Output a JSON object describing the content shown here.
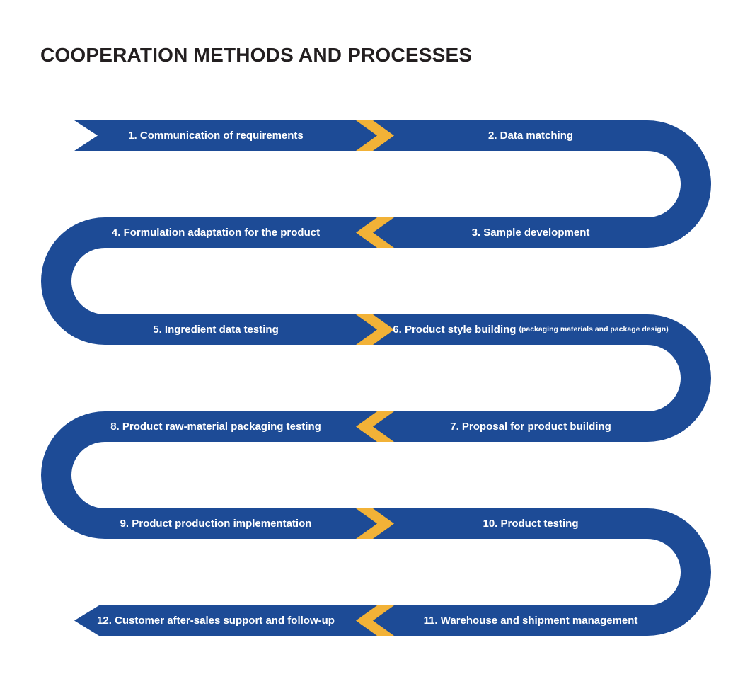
{
  "title": "COOPERATION METHODS AND PROCESSES",
  "colors": {
    "ribbon_blue": "#1d4b96",
    "chevron_yellow": "#f2b237",
    "title_dark": "#231f20",
    "label_white": "#ffffff"
  },
  "icons": {
    "forward": "chevron-right-icon",
    "backward": "chevron-left-icon"
  },
  "steps": [
    {
      "id": 1,
      "label": "1. Communication of requirements"
    },
    {
      "id": 2,
      "label": "2. Data matching"
    },
    {
      "id": 3,
      "label": "3. Sample development"
    },
    {
      "id": 4,
      "label": "4. Formulation adaptation for the product"
    },
    {
      "id": 5,
      "label": "5. Ingredient data testing"
    },
    {
      "id": 6,
      "label": "6. Product style building",
      "sublabel": "(packaging materials and package design)"
    },
    {
      "id": 7,
      "label": "7. Proposal for product building"
    },
    {
      "id": 8,
      "label": "8. Product raw-material packaging testing"
    },
    {
      "id": 9,
      "label": "9. Product production implementation"
    },
    {
      "id": 10,
      "label": "10. Product testing"
    },
    {
      "id": 11,
      "label": "11. Warehouse and shipment management"
    },
    {
      "id": 12,
      "label": "12. Customer after-sales support and follow-up"
    }
  ]
}
